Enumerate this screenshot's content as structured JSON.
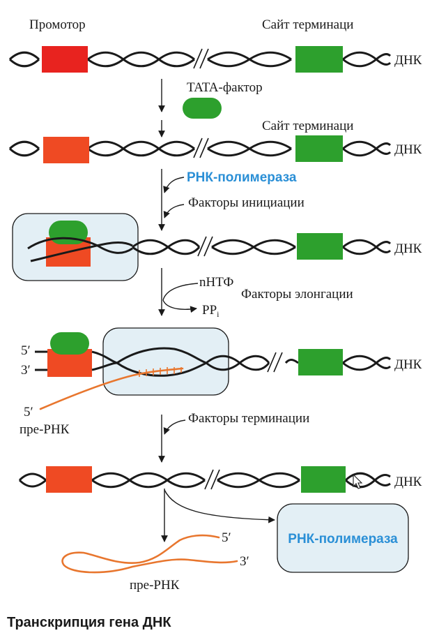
{
  "labels": {
    "promoter": "Промотор",
    "termination_site": "Сайт терминаци",
    "dna": "ДНК",
    "tata_factor": "TATA-фактор",
    "rna_polymerase": "РНК-полимераза",
    "initiation_factors": "Факторы инициации",
    "ntp": "nНТФ",
    "elongation_factors": "Факторы элонгации",
    "ppi_main": "PP",
    "ppi_sub": "i",
    "five_prime": "5′",
    "three_prime": "3′",
    "pre_rna": "пре-РНК",
    "termination_factors": "Факторы терминации",
    "caption": "Транскрипция гена ДНК"
  },
  "colors": {
    "promoter_red": "#e8231f",
    "promoter_orange": "#ef4a23",
    "green": "#2da02d",
    "rna_orange": "#e8762e",
    "polymerase_bg": "#e3eff5",
    "blue_text": "#2a8fd6"
  }
}
